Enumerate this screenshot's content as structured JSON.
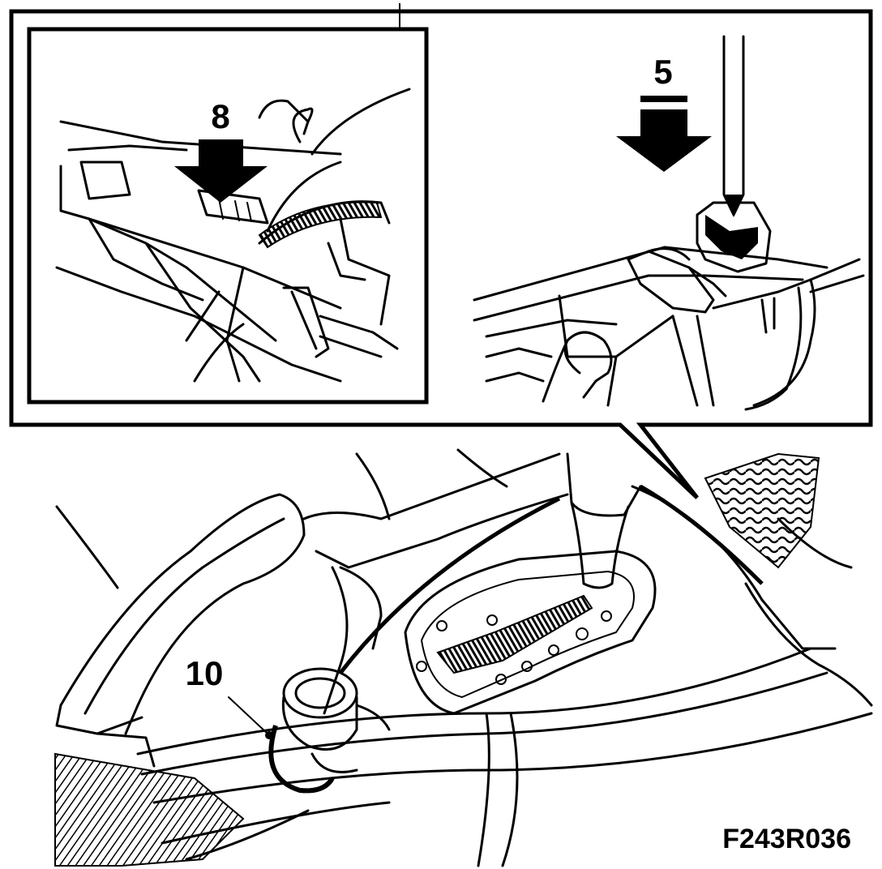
{
  "figure_id": "F243R036",
  "callouts": {
    "left_inset": "8",
    "right_inset": "5",
    "main": "10"
  }
}
